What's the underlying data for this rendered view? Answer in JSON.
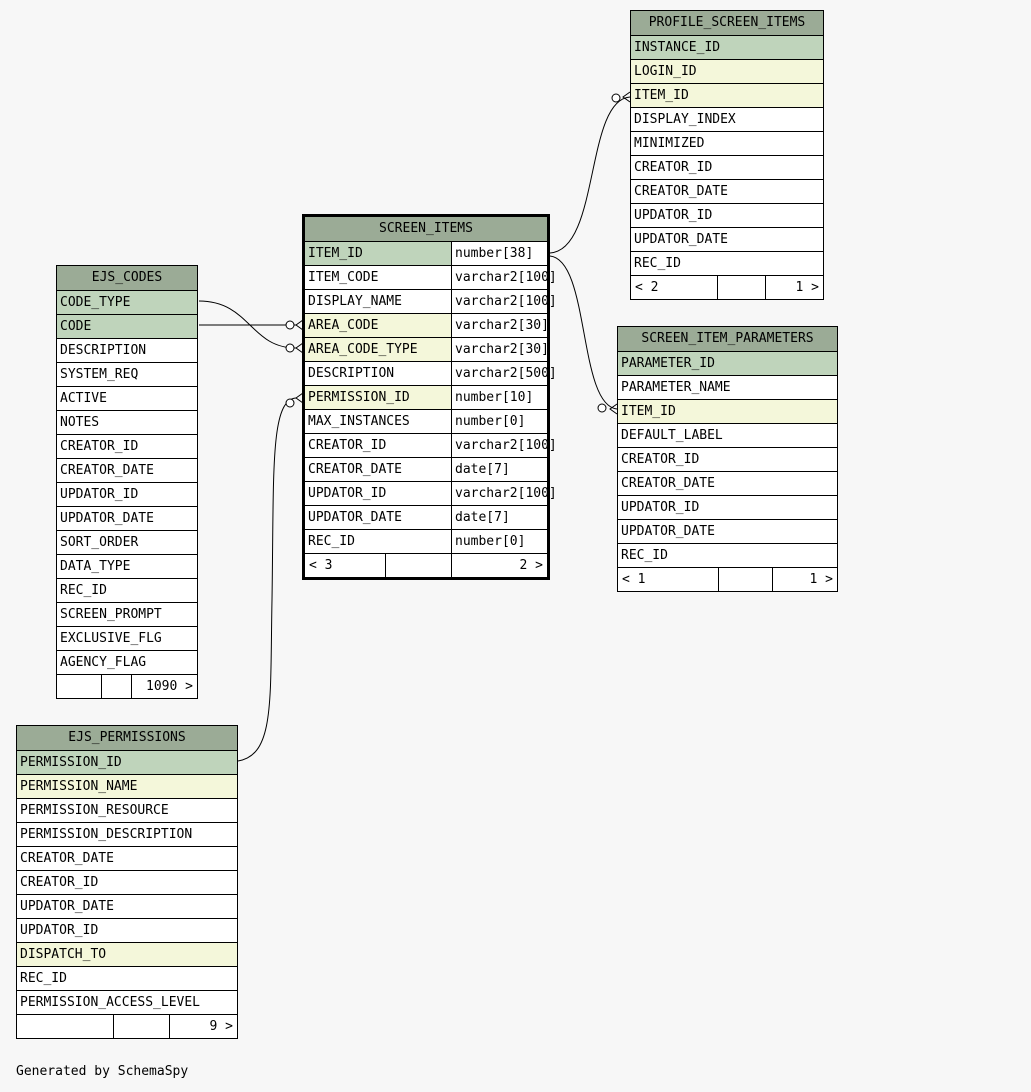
{
  "tables": {
    "profile_screen_items": {
      "name": "PROFILE_SCREEN_ITEMS",
      "columns": [
        {
          "name": "INSTANCE_ID",
          "kind": "pk"
        },
        {
          "name": "LOGIN_ID",
          "kind": "fk"
        },
        {
          "name": "ITEM_ID",
          "kind": "fk"
        },
        {
          "name": "DISPLAY_INDEX",
          "kind": ""
        },
        {
          "name": "MINIMIZED",
          "kind": ""
        },
        {
          "name": "CREATOR_ID",
          "kind": ""
        },
        {
          "name": "CREATOR_DATE",
          "kind": ""
        },
        {
          "name": "UPDATOR_ID",
          "kind": ""
        },
        {
          "name": "UPDATOR_DATE",
          "kind": ""
        },
        {
          "name": "REC_ID",
          "kind": ""
        }
      ],
      "footer": {
        "left": "< 2",
        "mid": "",
        "right": "1 >"
      }
    },
    "screen_items": {
      "name": "SCREEN_ITEMS",
      "columns": [
        {
          "name": "ITEM_ID",
          "type": "number[38]",
          "kind": "pk"
        },
        {
          "name": "ITEM_CODE",
          "type": "varchar2[100]",
          "kind": ""
        },
        {
          "name": "DISPLAY_NAME",
          "type": "varchar2[100]",
          "kind": ""
        },
        {
          "name": "AREA_CODE",
          "type": "varchar2[30]",
          "kind": "fk"
        },
        {
          "name": "AREA_CODE_TYPE",
          "type": "varchar2[30]",
          "kind": "fk"
        },
        {
          "name": "DESCRIPTION",
          "type": "varchar2[500]",
          "kind": ""
        },
        {
          "name": "PERMISSION_ID",
          "type": "number[10]",
          "kind": "fk"
        },
        {
          "name": "MAX_INSTANCES",
          "type": "number[0]",
          "kind": ""
        },
        {
          "name": "CREATOR_ID",
          "type": "varchar2[100]",
          "kind": ""
        },
        {
          "name": "CREATOR_DATE",
          "type": "date[7]",
          "kind": ""
        },
        {
          "name": "UPDATOR_ID",
          "type": "varchar2[100]",
          "kind": ""
        },
        {
          "name": "UPDATOR_DATE",
          "type": "date[7]",
          "kind": ""
        },
        {
          "name": "REC_ID",
          "type": "number[0]",
          "kind": ""
        }
      ],
      "footer": {
        "left": "< 3",
        "mid": "",
        "right": "2 >"
      }
    },
    "ejs_codes": {
      "name": "EJS_CODES",
      "columns": [
        {
          "name": "CODE_TYPE",
          "kind": "pk"
        },
        {
          "name": "CODE",
          "kind": "pk"
        },
        {
          "name": "DESCRIPTION",
          "kind": ""
        },
        {
          "name": "SYSTEM_REQ",
          "kind": ""
        },
        {
          "name": "ACTIVE",
          "kind": ""
        },
        {
          "name": "NOTES",
          "kind": ""
        },
        {
          "name": "CREATOR_ID",
          "kind": ""
        },
        {
          "name": "CREATOR_DATE",
          "kind": ""
        },
        {
          "name": "UPDATOR_ID",
          "kind": ""
        },
        {
          "name": "UPDATOR_DATE",
          "kind": ""
        },
        {
          "name": "SORT_ORDER",
          "kind": ""
        },
        {
          "name": "DATA_TYPE",
          "kind": ""
        },
        {
          "name": "REC_ID",
          "kind": ""
        },
        {
          "name": "SCREEN_PROMPT",
          "kind": ""
        },
        {
          "name": "EXCLUSIVE_FLG",
          "kind": ""
        },
        {
          "name": "AGENCY_FLAG",
          "kind": ""
        }
      ],
      "footer": {
        "left": "",
        "mid": "",
        "right": "1090 >"
      }
    },
    "screen_item_parameters": {
      "name": "SCREEN_ITEM_PARAMETERS",
      "columns": [
        {
          "name": "PARAMETER_ID",
          "kind": "pk"
        },
        {
          "name": "PARAMETER_NAME",
          "kind": ""
        },
        {
          "name": "ITEM_ID",
          "kind": "fk"
        },
        {
          "name": "DEFAULT_LABEL",
          "kind": ""
        },
        {
          "name": "CREATOR_ID",
          "kind": ""
        },
        {
          "name": "CREATOR_DATE",
          "kind": ""
        },
        {
          "name": "UPDATOR_ID",
          "kind": ""
        },
        {
          "name": "UPDATOR_DATE",
          "kind": ""
        },
        {
          "name": "REC_ID",
          "kind": ""
        }
      ],
      "footer": {
        "left": "< 1",
        "mid": "",
        "right": "1 >"
      }
    },
    "ejs_permissions": {
      "name": "EJS_PERMISSIONS",
      "columns": [
        {
          "name": "PERMISSION_ID",
          "kind": "pk"
        },
        {
          "name": "PERMISSION_NAME",
          "kind": "fk"
        },
        {
          "name": "PERMISSION_RESOURCE",
          "kind": ""
        },
        {
          "name": "PERMISSION_DESCRIPTION",
          "kind": ""
        },
        {
          "name": "CREATOR_DATE",
          "kind": ""
        },
        {
          "name": "CREATOR_ID",
          "kind": ""
        },
        {
          "name": "UPDATOR_DATE",
          "kind": ""
        },
        {
          "name": "UPDATOR_ID",
          "kind": ""
        },
        {
          "name": "DISPATCH_TO",
          "kind": "fk"
        },
        {
          "name": "REC_ID",
          "kind": ""
        },
        {
          "name": "PERMISSION_ACCESS_LEVEL",
          "kind": ""
        }
      ],
      "footer": {
        "left": "",
        "mid": "",
        "right": "9 >"
      }
    }
  },
  "footer_text": "Generated by SchemaSpy"
}
